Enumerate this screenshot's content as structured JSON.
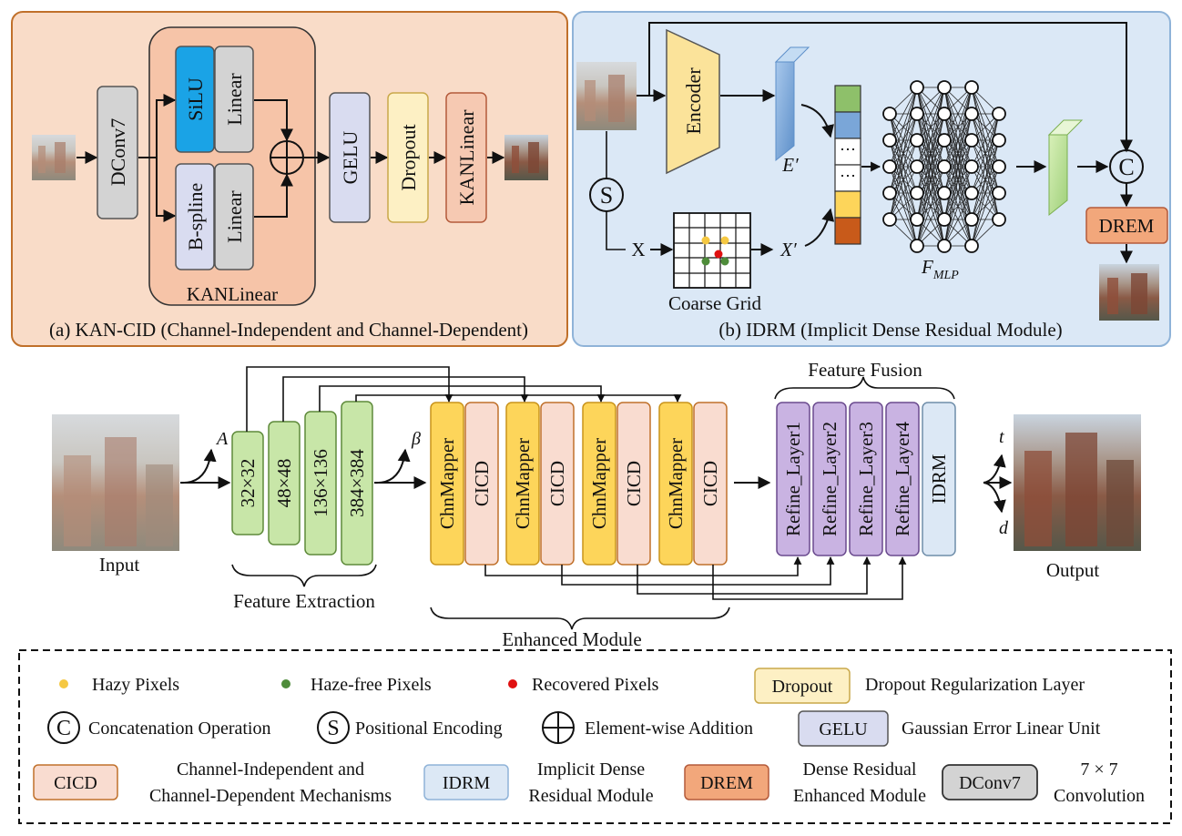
{
  "panel_a": {
    "caption": "(a) KAN-CID (Channel-Independent and Channel-Dependent)",
    "dconv": "DConv7",
    "silu": "SiLU",
    "linear_top": "Linear",
    "bspline": "B-spline",
    "linear_bottom": "Linear",
    "group_label": "KANLinear",
    "gelu": "GELU",
    "dropout": "Dropout",
    "kanlinear": "KANLinear"
  },
  "panel_b": {
    "caption": "(b) IDRM (Implicit Dense Residual Module)",
    "encoder": "Encoder",
    "e_prime": "E′",
    "s_symbol": "S",
    "x_label": "X",
    "x_prime": "X′",
    "coarse_grid": "Coarse Grid",
    "fmlp_main": "F",
    "fmlp_sub": "MLP",
    "c_symbol": "C",
    "drem": "DREM",
    "dots": "⋯"
  },
  "pipeline": {
    "input": "Input",
    "output": "Output",
    "a_label": "A",
    "beta_label": "β",
    "t_label": "t",
    "d_label": "d",
    "feature_extraction": "Feature Extraction",
    "enhanced_module": "Enhanced Module",
    "feature_fusion": "Feature Fusion",
    "extract_blocks": [
      "32×32",
      "48×48",
      "136×136",
      "384×384"
    ],
    "chnmapper": "ChnMapper",
    "cicd": "CICD",
    "refine_layers": [
      "Refine_Layer1",
      "Refine_Layer2",
      "Refine_Layer3",
      "Refine_Layer4"
    ],
    "idrm": "IDRM"
  },
  "legend": {
    "hazy": "Hazy Pixels",
    "haze_free": "Haze-free Pixels",
    "recovered": "Recovered Pixels",
    "dropout_box": "Dropout",
    "dropout_desc": "Dropout Regularization Layer",
    "c_symbol": "C",
    "concat_desc": "Concatenation Operation",
    "s_symbol": "S",
    "pos_desc": "Positional Encoding",
    "add_desc": "Element-wise Addition",
    "gelu_box": "GELU",
    "gelu_desc": "Gaussian Error Linear Unit",
    "cicd_box": "CICD",
    "cicd_desc_1": "Channel-Independent and",
    "cicd_desc_2": "Channel-Dependent Mechanisms",
    "idrm_box": "IDRM",
    "idrm_desc_1": "Implicit Dense",
    "idrm_desc_2": "Residual Module",
    "drem_box": "DREM",
    "drem_desc_1": "Dense Residual",
    "drem_desc_2": "Enhanced Module",
    "dconv_box": "DConv7",
    "dconv_desc_1": "7 × 7",
    "dconv_desc_2": "Convolution"
  },
  "colors": {
    "panel_a_bg": "#f9dcc8",
    "panel_a_border": "#c0702a",
    "panel_b_bg": "#dbe8f6",
    "panel_b_border": "#8fb3d8",
    "silu": "#1aa3e6",
    "gray_block": "#d3d3d3",
    "lavender": "#d9dcf0",
    "cream": "#fdf0c4",
    "salmon": "#f6c9b2",
    "green_block": "#c8e6a8",
    "yellow_block": "#fdd55a",
    "cicd": "#f9dcd0",
    "purple_block": "#c9b3e2",
    "idrm": "#dce8f5",
    "drem": "#f2a77b",
    "hazy_dot": "#f5c842",
    "haze_free_dot": "#4e8c3a",
    "recovered_dot": "#e01010"
  }
}
